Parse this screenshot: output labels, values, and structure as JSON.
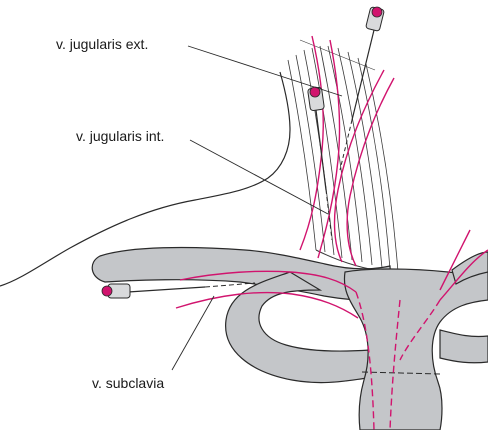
{
  "labels": {
    "jugularis_ext": "v. jugularis ext.",
    "jugularis_int": "v. jugularis int.",
    "subclavia": "v. subclavia"
  },
  "colors": {
    "bone_fill": "#c4c6c9",
    "outline": "#2a2a2a",
    "vein": "#d1146e",
    "muscle_line": "#3a3a3a"
  }
}
